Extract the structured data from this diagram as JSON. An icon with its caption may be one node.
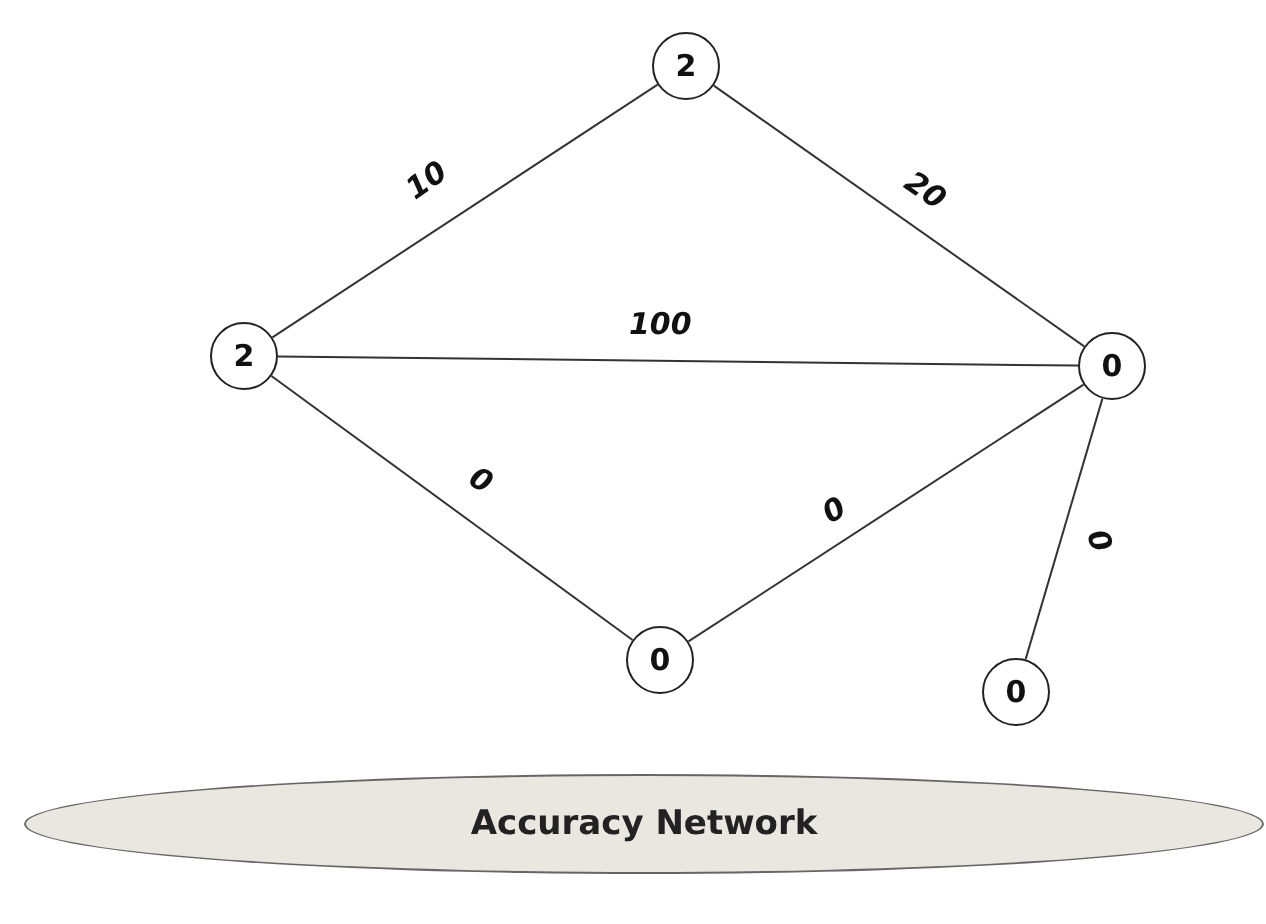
{
  "diagram": {
    "nodes": [
      {
        "text": [
          "2"
        ]
      },
      {
        "text": [
          "2"
        ]
      },
      {
        "text": [
          "0"
        ]
      },
      {
        "text": [
          "0"
        ]
      },
      {
        "text": [
          "0"
        ]
      },
      {
        "text": [
          "Accuracy Network"
        ]
      }
    ],
    "edges": [
      {
        "from": 1,
        "to": 0,
        "arrow": "none",
        "label": "10"
      },
      {
        "from": 0,
        "to": 2,
        "arrow": "none",
        "label": "20"
      },
      {
        "from": 1,
        "to": 2,
        "arrow": "none",
        "label": "100"
      },
      {
        "from": 1,
        "to": 3,
        "arrow": "none",
        "label": "0"
      },
      {
        "from": 3,
        "to": 2,
        "arrow": "none",
        "label": "0"
      },
      {
        "from": 2,
        "to": 4,
        "arrow": "none",
        "label": "0"
      }
    ]
  }
}
